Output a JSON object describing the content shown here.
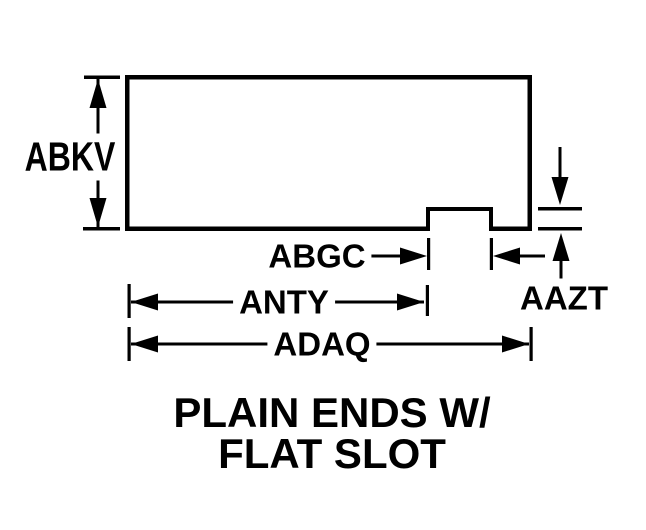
{
  "diagram": {
    "type": "technical-drawing-profile-view",
    "title": {
      "line1": "PLAIN ENDS W/",
      "line2": "FLAT SLOT"
    },
    "dimension_labels": {
      "height": "ABKV",
      "slot_width": "ABGC",
      "end_to_slot_length": "ANTY",
      "overall_length": "ADAQ",
      "slot_depth": "AAZT"
    },
    "colors": {
      "line": "#000000",
      "background": "#ffffff"
    }
  }
}
